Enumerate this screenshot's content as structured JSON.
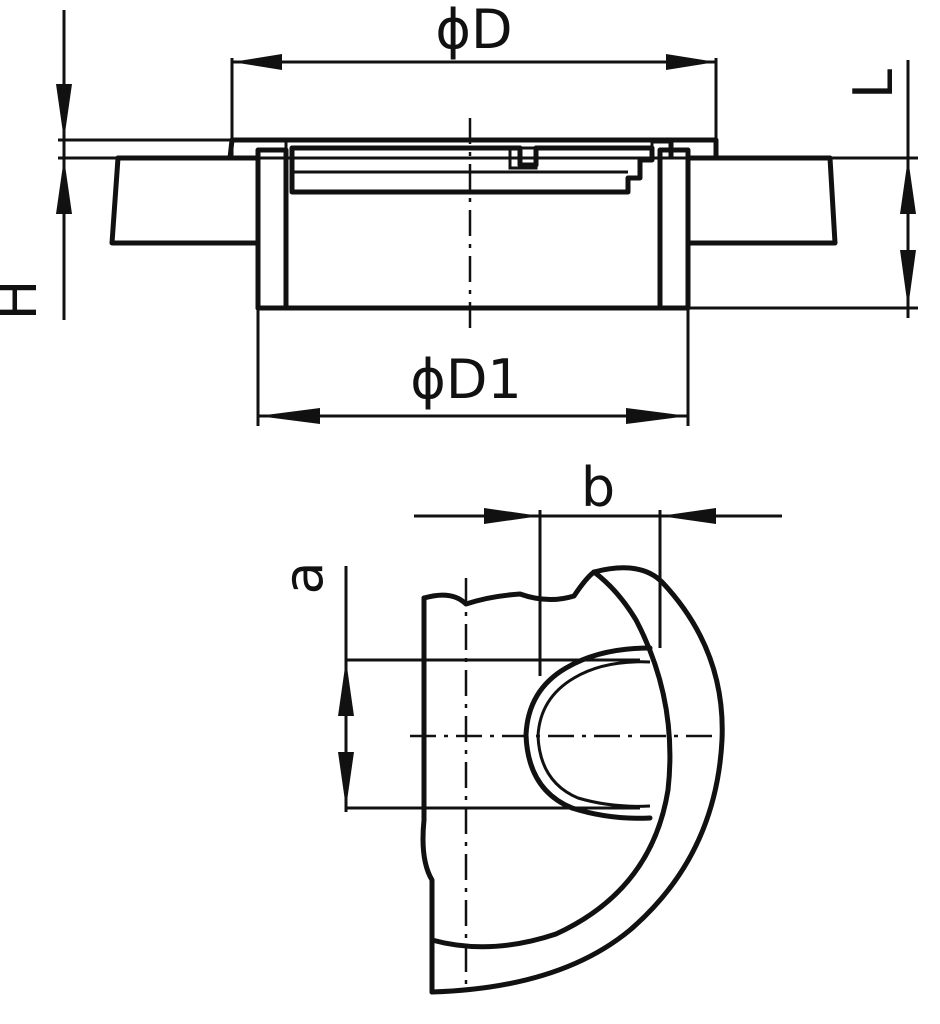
{
  "labels": {
    "dim_D": "ϕD",
    "dim_D1": "ϕD1",
    "dim_H": "H",
    "dim_L": "L",
    "dim_b": "b",
    "dim_a": "a"
  },
  "colors": {
    "line": "#111111",
    "background": "#ffffff"
  }
}
